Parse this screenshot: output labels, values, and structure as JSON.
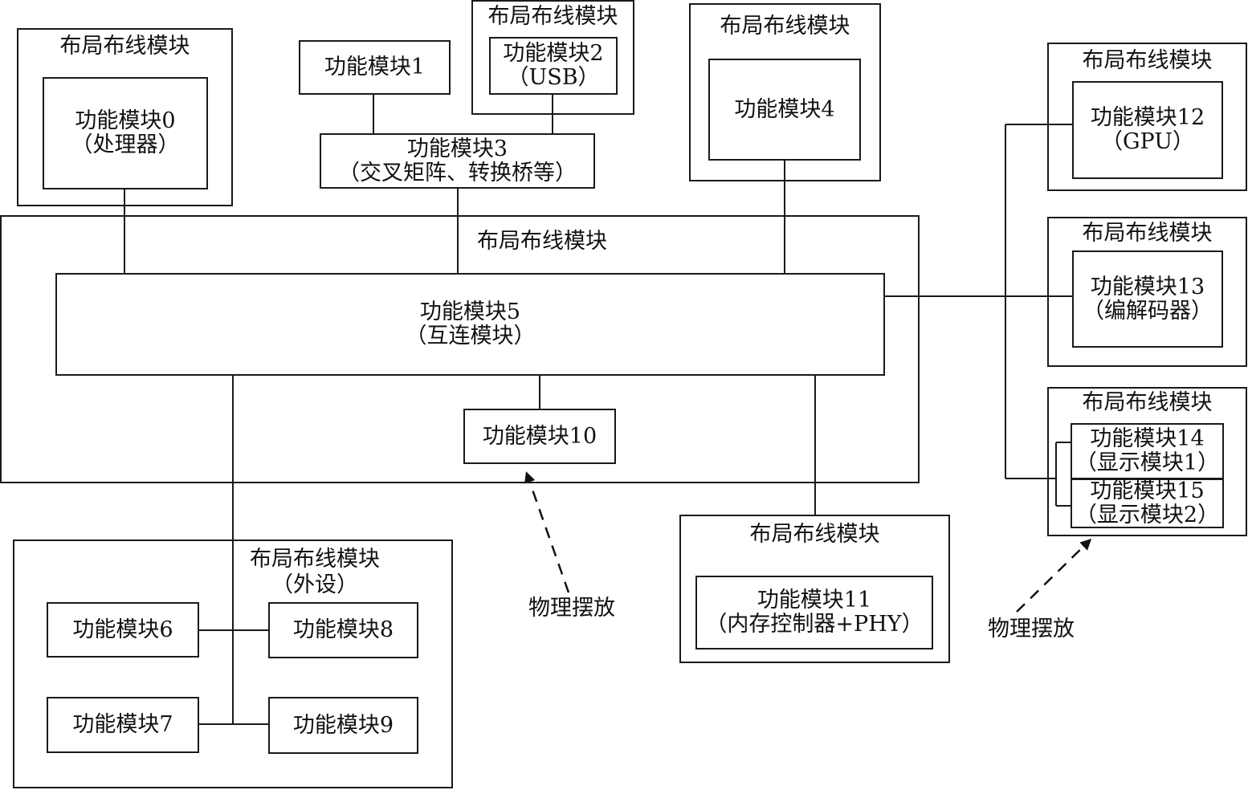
{
  "layout_module_label": "布局布线模块",
  "peripheral_group": {
    "title": "布局布线模块",
    "subtitle": "（外设）"
  },
  "modules": {
    "m0": {
      "line1": "功能模块0",
      "line2": "（处理器）"
    },
    "m1": {
      "line1": "功能模块1"
    },
    "m2": {
      "line1": "功能模块2",
      "line2": "（USB）"
    },
    "m3": {
      "line1": "功能模块3",
      "line2": "（交叉矩阵、转换桥等）"
    },
    "m4": {
      "line1": "功能模块4"
    },
    "m5": {
      "line1": "功能模块5",
      "line2": "（互连模块）"
    },
    "m6": {
      "line1": "功能模块6"
    },
    "m7": {
      "line1": "功能模块7"
    },
    "m8": {
      "line1": "功能模块8"
    },
    "m9": {
      "line1": "功能模块9"
    },
    "m10": {
      "line1": "功能模块10"
    },
    "m11": {
      "line1": "功能模块11",
      "line2": "（内存控制器+PHY）"
    },
    "m12": {
      "line1": "功能模块12",
      "line2": "（GPU）"
    },
    "m13": {
      "line1": "功能模块13",
      "line2": "（编解码器）"
    },
    "m14": {
      "line1": "功能模块14",
      "line2": "（显示模块1）"
    },
    "m15": {
      "line1": "功能模块15",
      "line2": "（显示模块2）"
    }
  },
  "annotations": {
    "physical_placement_1": "物理摆放",
    "physical_placement_2": "物理摆放"
  }
}
